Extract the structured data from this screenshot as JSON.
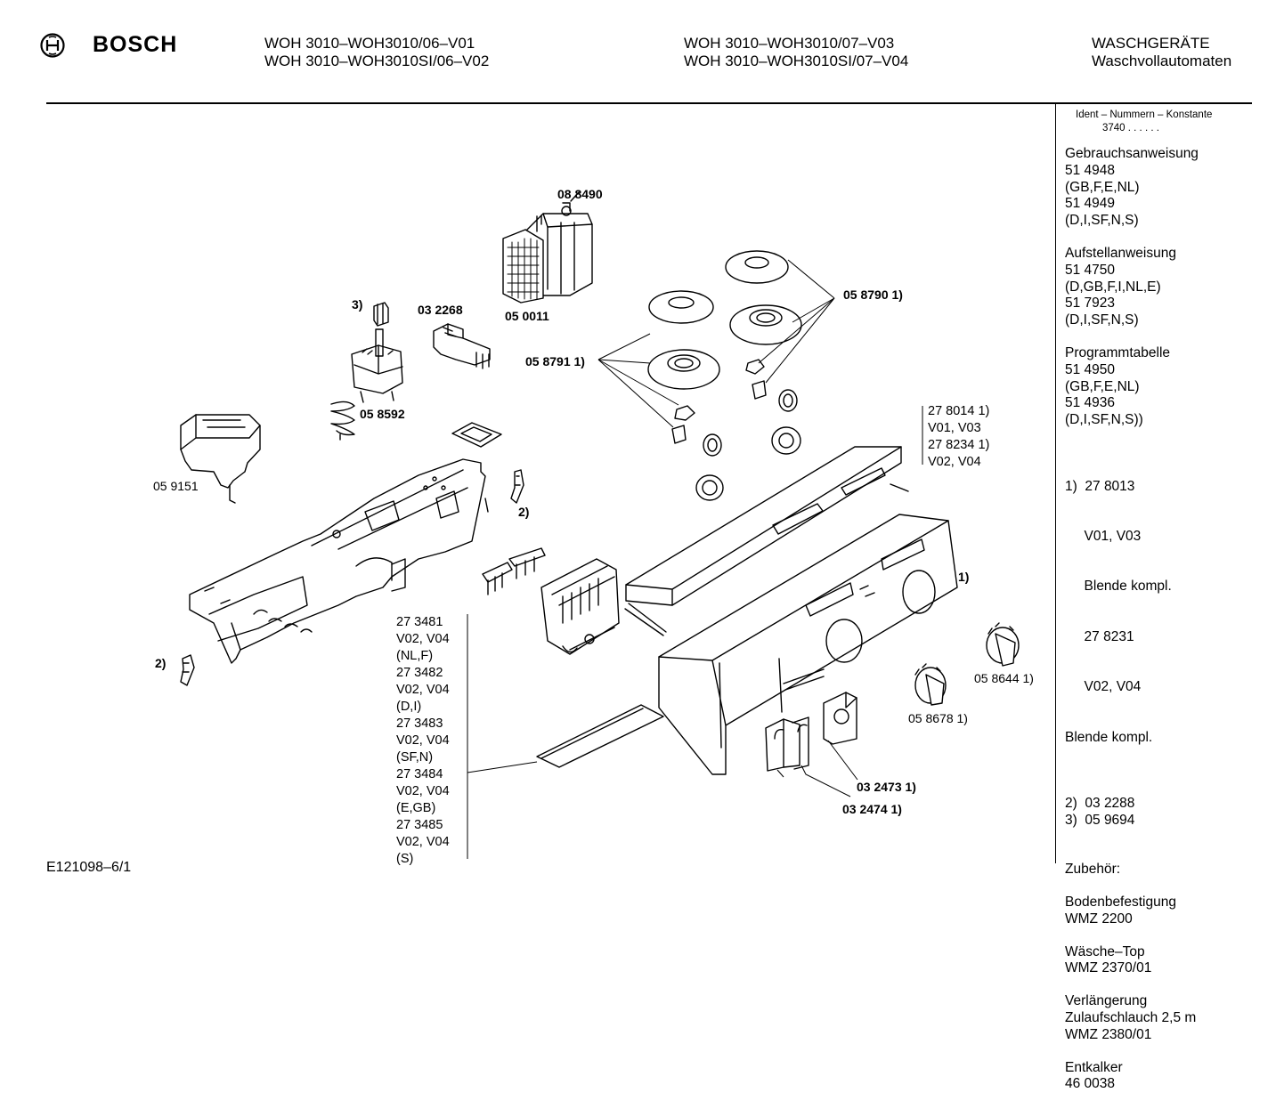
{
  "header": {
    "brand": "BOSCH",
    "models_col1": [
      "WOH 3010–WOH3010/06–V01",
      "WOH 3010–WOH3010SI/06–V02"
    ],
    "models_col2": [
      "WOH 3010–WOH3010/07–V03",
      "WOH 3010–WOH3010SI/07–V04"
    ],
    "category_title": "WASCHGERÄTE",
    "category_subtitle": "Waschvollautomaten"
  },
  "sidebar": {
    "ident_title": "Ident – Nummern – Konstante",
    "ident_value": "3740 . .   . . . .",
    "blocks": [
      {
        "lines": [
          "Gebrauchsanweisung",
          "51 4948",
          "(GB,F,E,NL)",
          "51 4949",
          "(D,I,SF,N,S)"
        ]
      },
      {
        "lines": [
          "Aufstellanweisung",
          "51 4750",
          "(D,GB,F,I,NL,E)",
          "51 7923",
          "(D,I,SF,N,S)"
        ]
      },
      {
        "lines": [
          "Programmtabelle",
          "51 4950",
          "(GB,F,E,NL)",
          "51 4936",
          "(D,I,SF,N,S))"
        ]
      },
      {
        "lines": [
          "1)  27 8013",
          "     V01, V03",
          "     Blende kompl.",
          "     27 8231",
          "     V02, V04",
          "Blende kompl."
        ]
      },
      {
        "lines": [
          "2)  03 2288",
          "3)  05 9694"
        ]
      },
      {
        "lines": [
          "",
          "Zubehör:"
        ]
      },
      {
        "lines": [
          "Bodenbefestigung",
          "WMZ 2200"
        ]
      },
      {
        "lines": [
          "Wäsche–Top",
          "WMZ 2370/01"
        ]
      },
      {
        "lines": [
          "Verlängerung",
          "Zulaufschlauch 2,5 m",
          "WMZ 2380/01"
        ]
      },
      {
        "lines": [
          "Entkalker",
          "46 0038"
        ]
      }
    ]
  },
  "parts": {
    "p088490": "08 8490",
    "p050011": "05 0011",
    "p032268": "03 2268",
    "p3": "3)",
    "p058592": "05 8592",
    "p059151": "05 9151",
    "p058790": "05 8790 1)",
    "p058791": "05 8791 1)",
    "p2a": "2)",
    "p2b": "2)",
    "p1": "1)",
    "p058644": "05 8644 1)",
    "p058678": "05 8678 1)",
    "p032473": "03 2473 1)",
    "p032474": "03 2474 1)",
    "blende_list": [
      "27 8014 1)",
      "V01, V03",
      "27 8234 1)",
      "V02, V04"
    ],
    "film_list": [
      "27 3481",
      "V02, V04",
      "(NL,F)",
      "27 3482",
      "V02, V04",
      "(D,I)",
      "27 3483",
      "V02, V04",
      "(SF,N)",
      "27 3484",
      "V02, V04",
      "(E,GB)",
      "27 3485",
      "V02, V04",
      "(S)"
    ]
  },
  "footer": {
    "doc_number": "E121098–6/1"
  }
}
